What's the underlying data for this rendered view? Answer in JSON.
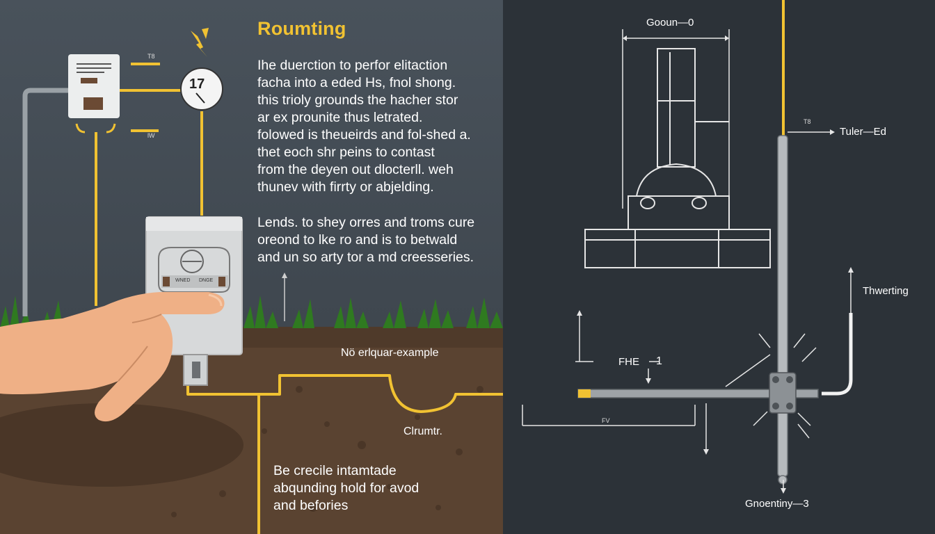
{
  "title": "Roumting",
  "intro_lines": [
    "Ihe duerction to perfor elitaction",
    "facha into a eded Hs, fnol shong.",
    "this trioly grounds the hacher stor",
    "ar ex prounite thus letrated.",
    "folowed is theueirds and fol-shed a.",
    "thet eoch shr peins to contast",
    "from the deyen out dlocterll. weh",
    "thunev with firrty or abjelding."
  ],
  "second_lines": [
    "Lends. to shey orres and troms cure",
    "oreond to lke ro and is to betwald",
    "and un so arty tor a md creesseries."
  ],
  "bottom_lines": [
    "Be crecile intamtade",
    "abqunding hold for avod",
    "and befories"
  ],
  "labels": {
    "meter_number": "17",
    "tag_top": "T8",
    "tag_mid": "lW",
    "example": "Nö erlquar-example",
    "clrumtr": "Clrumtr.",
    "panel_switch_left": "WNED",
    "panel_switch_right": "DNGE",
    "ground_top": "Gooun—0",
    "tuler": "Tuler—Ed",
    "tuler_tag": "T8",
    "thwerting": "Thwerting",
    "fhe": "FHE",
    "fhe_num": "1",
    "fv": "FV",
    "grounding": "Gnoentiny—3"
  },
  "colors": {
    "accent_yellow": "#f1c232",
    "left_bg": "#454e57",
    "right_bg": "#2c3238",
    "soil": "#55402f",
    "grass": "#2f7a20",
    "hand": "#efb086"
  }
}
